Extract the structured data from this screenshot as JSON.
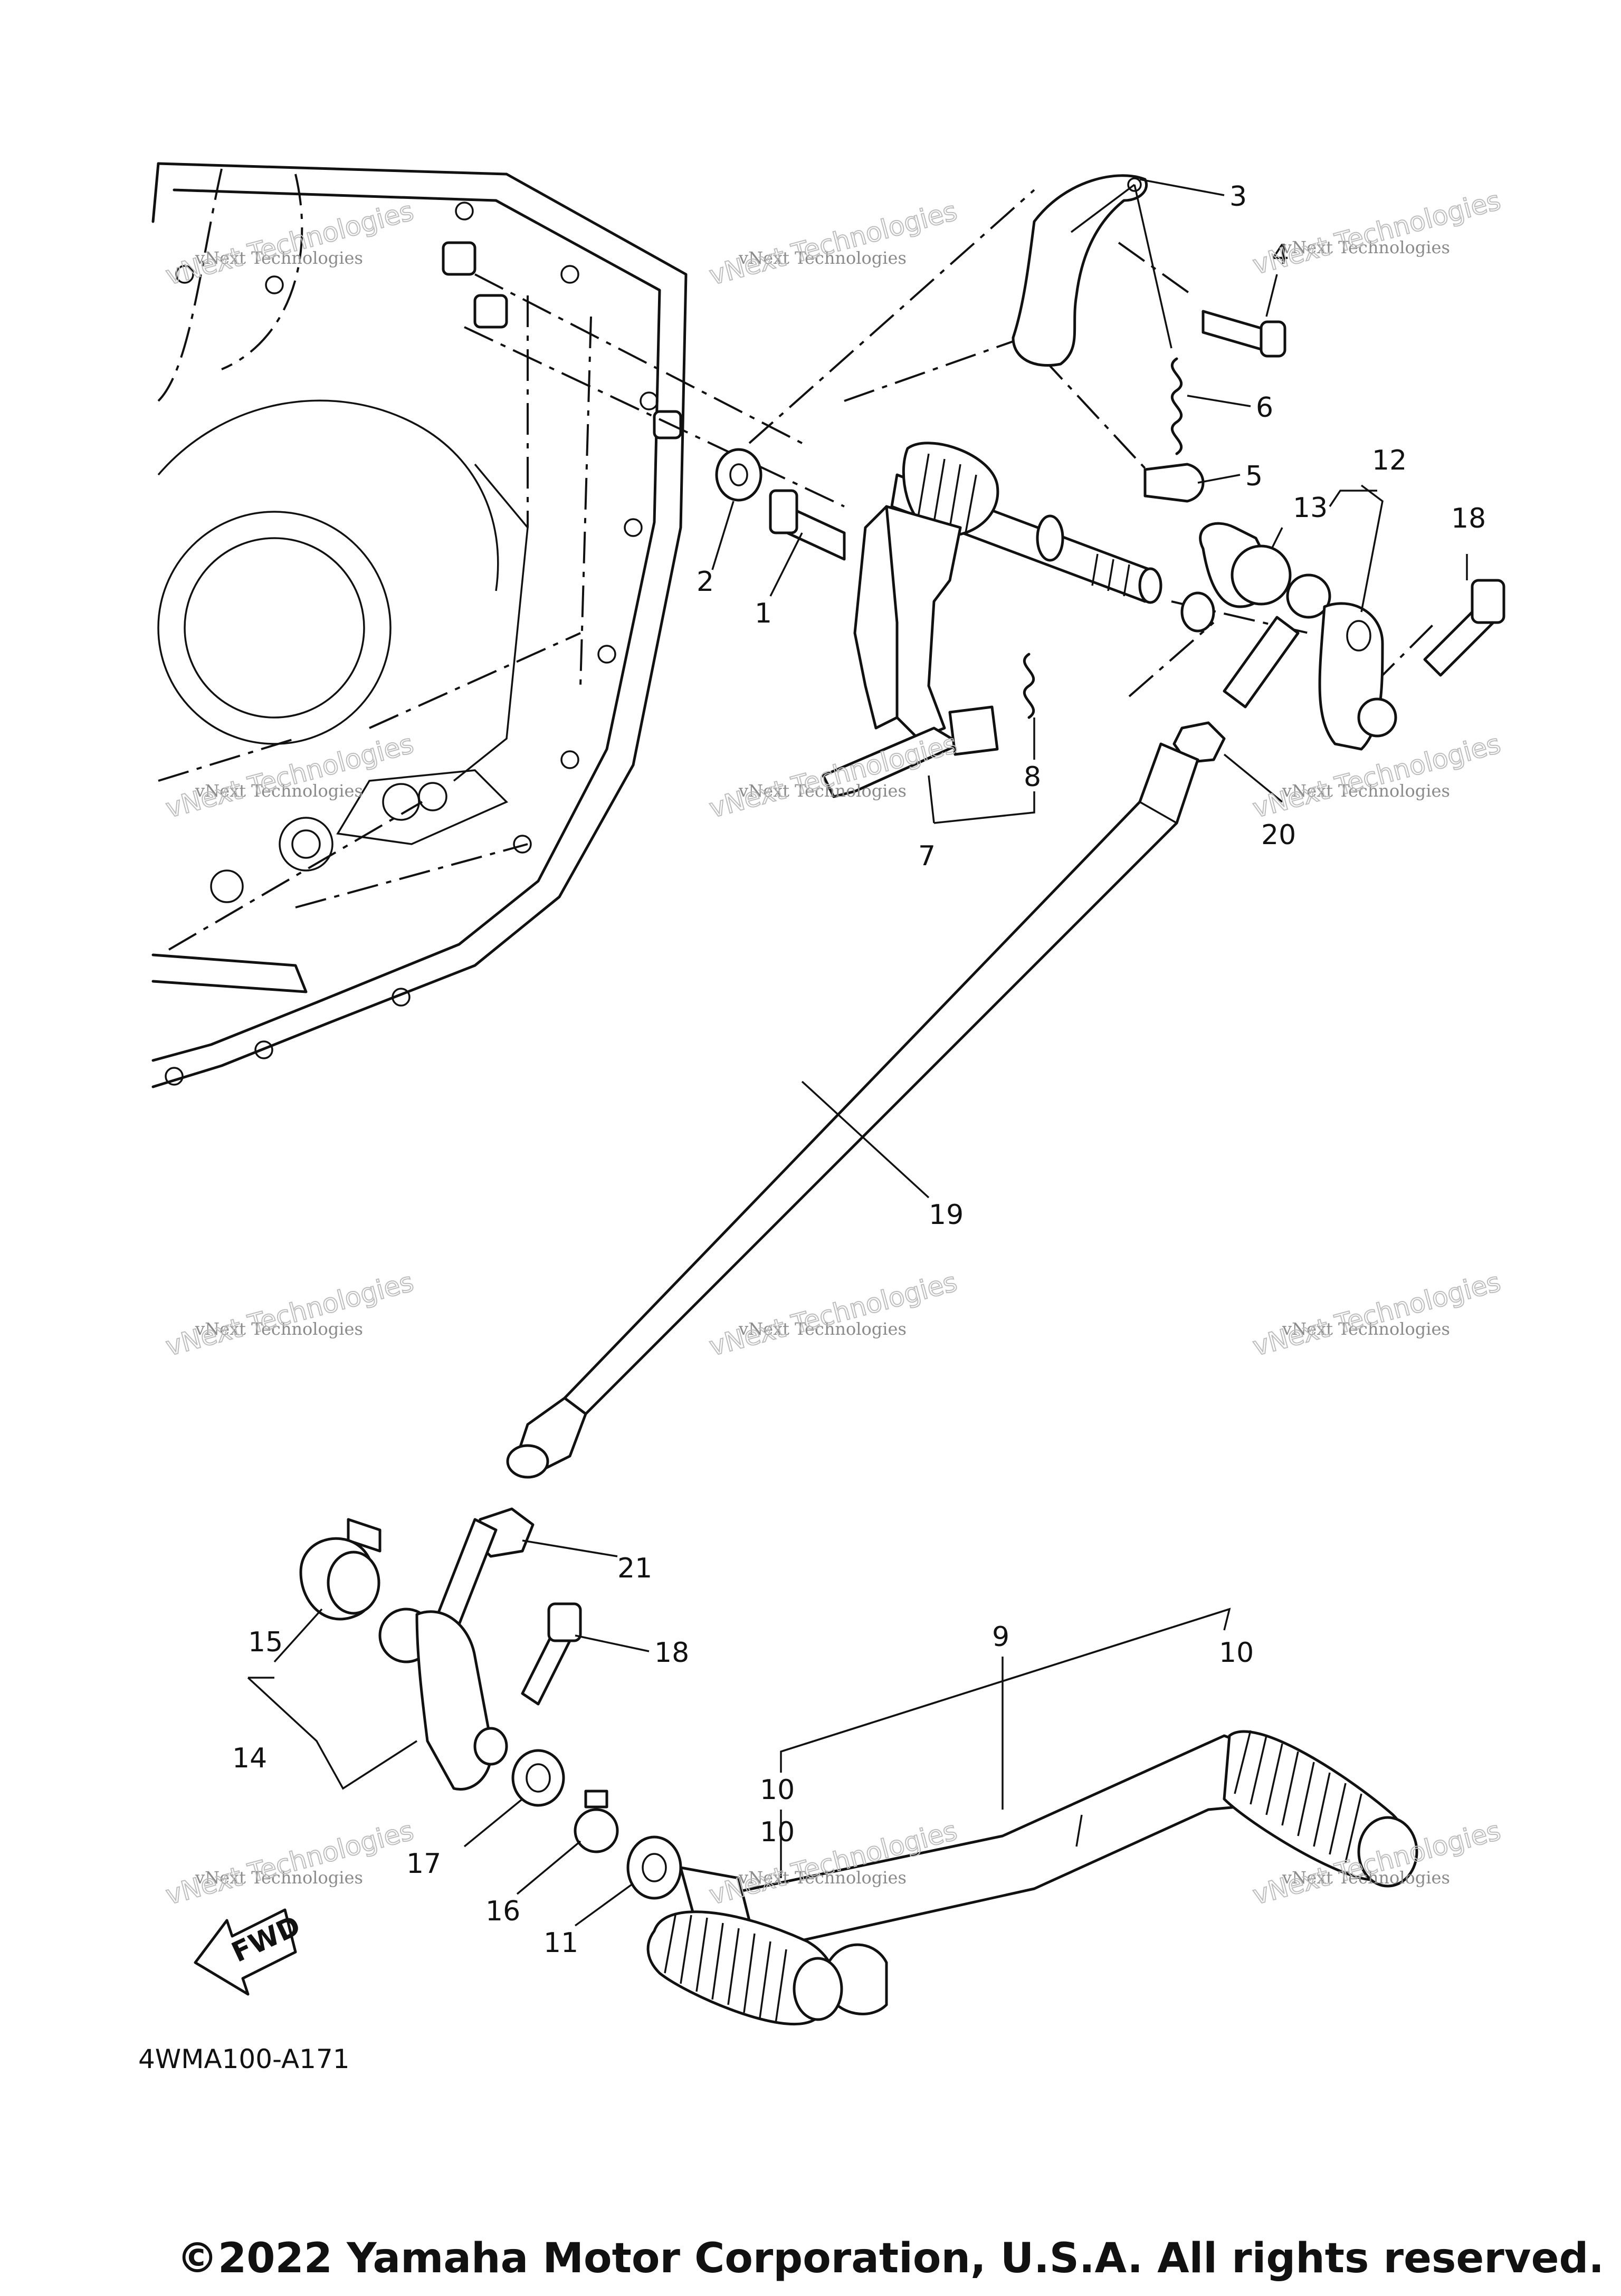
{
  "diagram": {
    "code": "4WMA100-A171",
    "fwd_label": "FWD",
    "copyright": "©2022 Yamaha Motor Corporation, U.S.A. All rights reserved.",
    "watermark": {
      "line1": "vNext Technologies",
      "line2": "vNext Technologies"
    },
    "callouts": [
      "1",
      "2",
      "3",
      "4",
      "5",
      "6",
      "7",
      "8",
      "9",
      "10",
      "10",
      "10",
      "11",
      "12",
      "13",
      "14",
      "15",
      "16",
      "17",
      "18",
      "18",
      "19",
      "20",
      "21"
    ]
  }
}
